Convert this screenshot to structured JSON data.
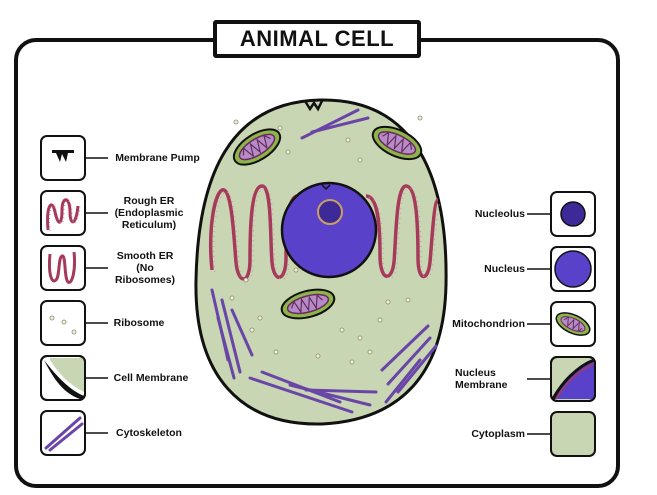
{
  "title": "ANIMAL CELL",
  "colors": {
    "cytoplasm": "#c9d6b3",
    "nucleus": "#5a41c9",
    "organelle_pink": "#a63a5a",
    "mito_inner": "#b48cc8",
    "cytoskeleton": "#6a45a8"
  },
  "left_labels": [
    {
      "id": "membrane-pump",
      "text": [
        "Membrane Pump"
      ]
    },
    {
      "id": "rough-er",
      "text": [
        "Rough ER",
        "(Endoplasmic",
        "Reticulum)"
      ]
    },
    {
      "id": "smooth-er",
      "text": [
        "Smooth ER",
        "(No",
        "Ribosomes)"
      ]
    },
    {
      "id": "ribosome",
      "text": [
        "Ribosome"
      ]
    },
    {
      "id": "cell-membrane",
      "text": [
        "Cell Membrane"
      ]
    },
    {
      "id": "cytoskeleton",
      "text": [
        "Cytoskeleton"
      ]
    }
  ],
  "right_labels": [
    {
      "id": "nucleolus",
      "text": [
        "Nucleolus"
      ]
    },
    {
      "id": "nucleus",
      "text": [
        "Nucleus"
      ]
    },
    {
      "id": "mitochondrion",
      "text": [
        "Mitochondrion"
      ]
    },
    {
      "id": "nucleus-membrane",
      "text": [
        "Nucleus",
        "Membrane"
      ]
    },
    {
      "id": "cytoplasm",
      "text": [
        "Cytoplasm"
      ]
    }
  ]
}
